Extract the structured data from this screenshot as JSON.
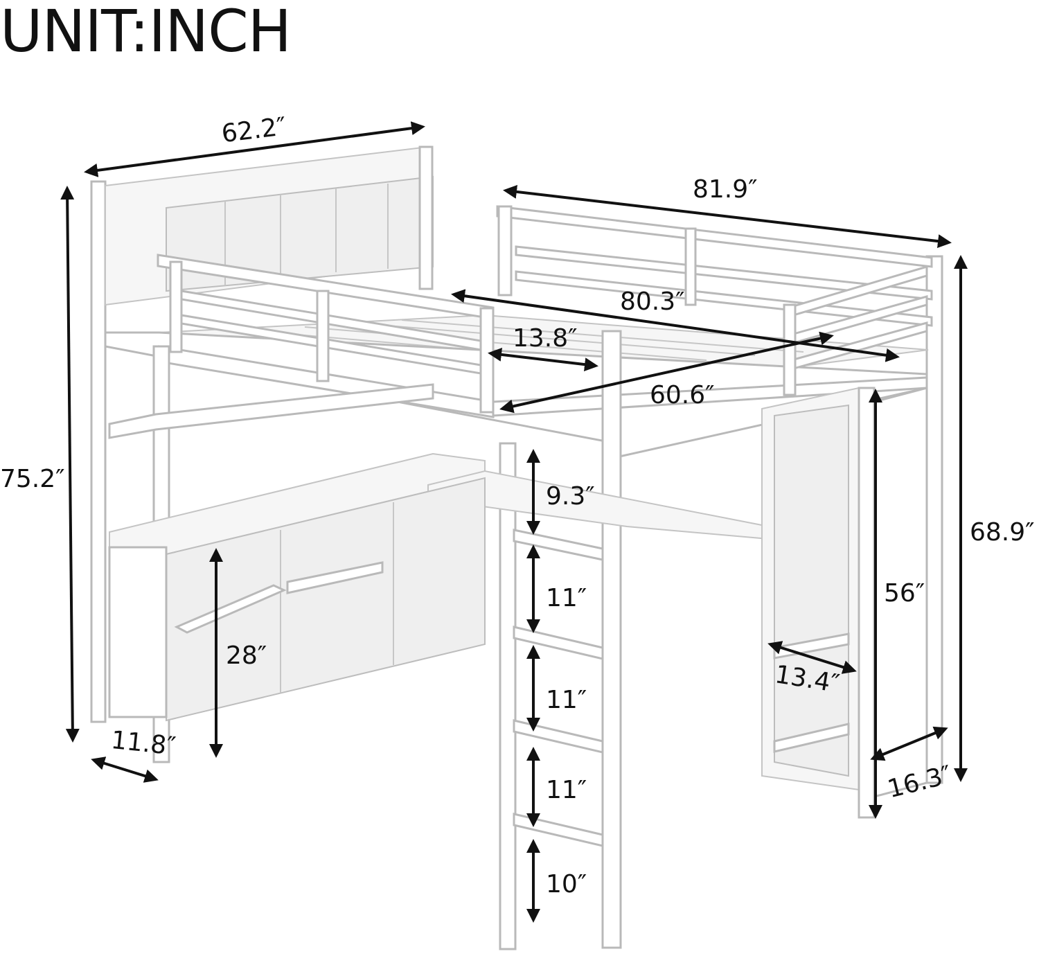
{
  "title": "UNIT:INCH",
  "dimensions": {
    "top_width": "62.2″",
    "length_outer": "81.9″",
    "length_inner": "80.3″",
    "width_inner": "60.6″",
    "ladder_gap": "13.8″",
    "total_height": "75.2″",
    "right_height": "68.9″",
    "under_bed_height": "56″",
    "shelf_height": "28″",
    "shelf_depth": "11.8″",
    "cabinet_width": "13.4″",
    "cabinet_depth": "16.3″",
    "ladder_step_1": "9.3″",
    "ladder_step_2": "11″",
    "ladder_step_3": "11″",
    "ladder_step_4": "11″",
    "ladder_step_5": "10″"
  },
  "colors": {
    "ink": "#111111",
    "frame": "#b9b9b9"
  }
}
